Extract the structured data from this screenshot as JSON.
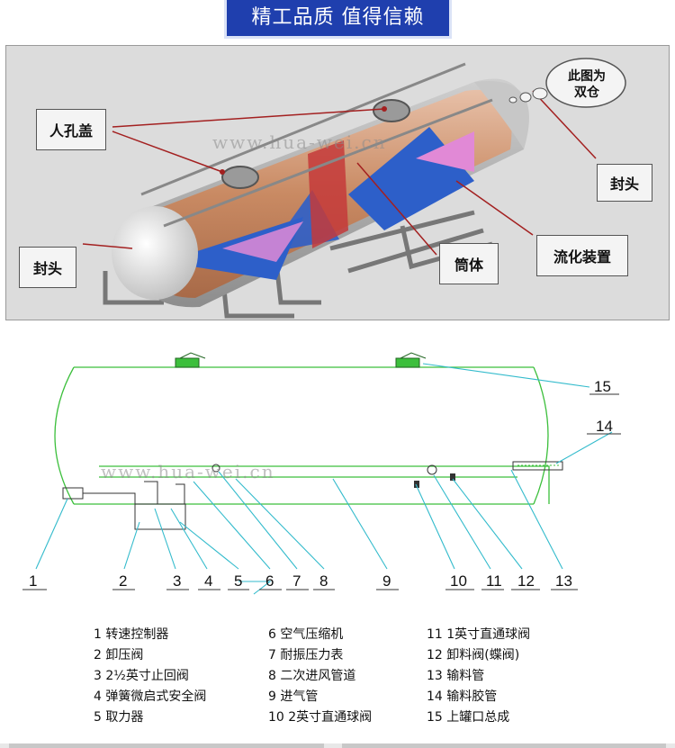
{
  "banner": {
    "text": "精工品质 值得信赖"
  },
  "photo": {
    "labels": {
      "manhole": "人孔盖",
      "head_left": "封头",
      "head_right": "封头",
      "shell": "筒体",
      "fluidizer": "流化装置",
      "double": "此图为双仓"
    },
    "double_line1": "此图为",
    "double_line2": "双仓"
  },
  "watermark": "www.hua-wei.cn",
  "diagram": {
    "callouts": [
      "1",
      "2",
      "3",
      "4",
      "5",
      "6",
      "7",
      "8",
      "9",
      "10",
      "11",
      "12",
      "13",
      "14",
      "15"
    ]
  },
  "legend": {
    "col1": [
      "1  转速控制器",
      "2  卸压阀",
      "3  2½英寸止回阀",
      "4  弹簧微启式安全阀",
      "5  取力器"
    ],
    "col2": [
      "6  空气压缩机",
      "7  耐振压力表",
      "8  二次进风管道",
      "9  进气管",
      "10  2英寸直通球阀"
    ],
    "col3": [
      "11  1英寸直通球阀",
      "12  卸料阀(蝶阀)",
      "13  输料管",
      "14  输料胶管",
      "15  上罐口总成"
    ]
  },
  "colors": {
    "banner": "#1f3fae",
    "tank_outline": "#33cc33",
    "leader": "#33bbcc"
  }
}
